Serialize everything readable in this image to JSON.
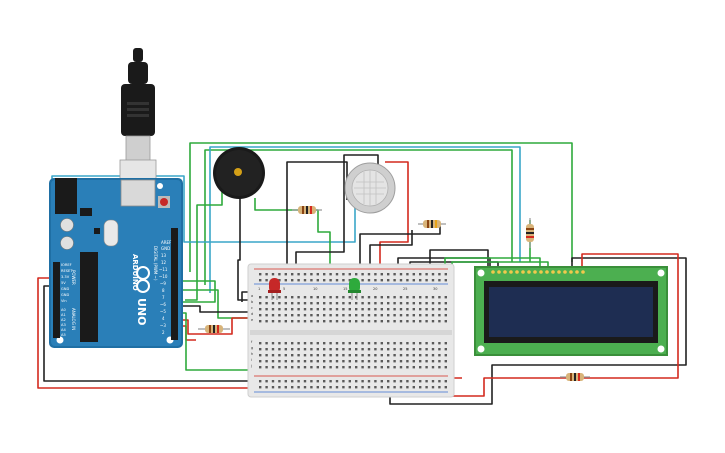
{
  "arduino": {
    "model": "UNO",
    "brand": "ARDUINO",
    "header_labels": [
      "AREF",
      "GND",
      "13",
      "12",
      "~11",
      "~10",
      "~9",
      "8",
      "7",
      "~6",
      "~5",
      "4",
      "~3",
      "2",
      "TX 1",
      "RX 0"
    ],
    "digital_label": "DIGITAL (PWM ~)",
    "power_label": "POWER",
    "analog_label": "ANALOG IN",
    "power_pins": [
      "IOREF",
      "RESET",
      "3.3V",
      "5V",
      "GND",
      "GND",
      "Vin"
    ],
    "analog_pins": [
      "A0",
      "A1",
      "A2",
      "A3",
      "A4",
      "A5"
    ]
  },
  "breadboard": {
    "column_numbers": [
      "1",
      "5",
      "10",
      "15",
      "20",
      "25",
      "30"
    ],
    "row_letters_top": [
      "a",
      "b",
      "c",
      "d",
      "e"
    ],
    "row_letters_bottom": [
      "f",
      "g",
      "h",
      "i",
      "j"
    ]
  },
  "wire_colors": {
    "green": "#2eaa3c",
    "red": "#d42a1e",
    "black": "#222222",
    "blue": "#3aa6c8"
  },
  "lcd": {
    "size": "16x2"
  }
}
